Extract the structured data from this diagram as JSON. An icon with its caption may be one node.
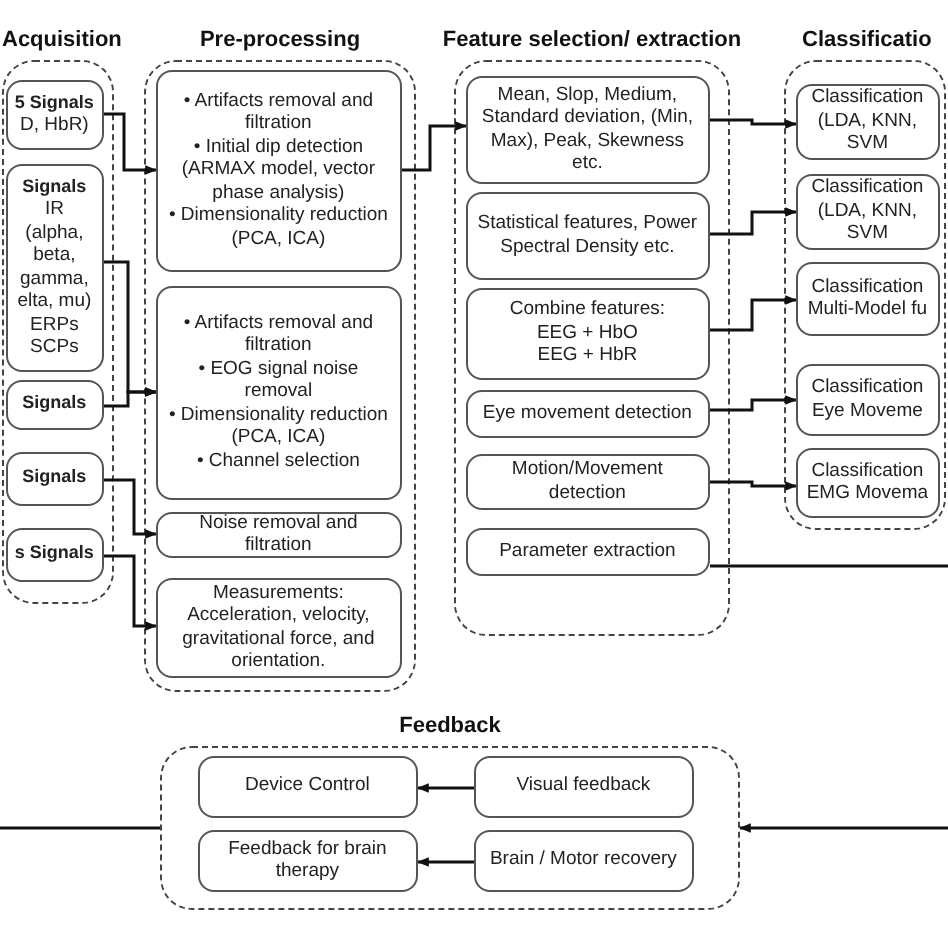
{
  "diagram": {
    "nodes": [
      {
        "text": [
          "Acquisition"
        ]
      },
      {
        "text": [
          "5 Signals",
          "D, HbR)"
        ],
        "in": 0
      },
      {
        "text": [
          "Signals",
          "IR (alpha, beta, gamma, elta, mu)",
          "ERPs",
          "SCPs"
        ],
        "in": 0
      },
      {
        "text": [
          "Signals"
        ],
        "in": 0
      },
      {
        "text": [
          "Signals"
        ],
        "in": 0
      },
      {
        "text": [
          "s Signals"
        ],
        "in": 0
      },
      {
        "text": [
          "Pre-processing"
        ]
      },
      {
        "text": [
          "• Artifacts removal and filtration",
          "• Initial dip detection (ARMAX model, vector phase analysis)",
          "• Dimensionality reduction (PCA, ICA)"
        ],
        "in": 6
      },
      {
        "text": [
          "• Artifacts removal and filtration",
          "• EOG signal noise removal",
          "• Dimensionality reduction (PCA, ICA)",
          "• Channel selection"
        ],
        "in": 6
      },
      {
        "text": [
          "Noise removal and filtration"
        ],
        "in": 6
      },
      {
        "text": [
          "Measurements:",
          "Acceleration, velocity, gravitational force, and orientation."
        ],
        "in": 6
      },
      {
        "text": [
          "Feature selection/ extraction"
        ]
      },
      {
        "text": [
          "Mean, Slop, Medium, Standard deviation, (Min, Max), Peak, Skewness etc."
        ],
        "in": 11
      },
      {
        "text": [
          "Statistical features, Power Spectral Density etc."
        ],
        "in": 11
      },
      {
        "text": [
          "Combine features:",
          "EEG + HbO",
          "EEG + HbR"
        ],
        "in": 11
      },
      {
        "text": [
          "Eye movement detection"
        ],
        "in": 11
      },
      {
        "text": [
          "Motion/Movement detection"
        ],
        "in": 11
      },
      {
        "text": [
          "Parameter extraction"
        ],
        "in": 11
      },
      {
        "text": [
          "Classificatio"
        ]
      },
      {
        "text": [
          "Classification",
          "(LDA, KNN, SVM"
        ],
        "in": 18
      },
      {
        "text": [
          "Classification",
          "(LDA, KNN, SVM"
        ],
        "in": 18
      },
      {
        "text": [
          "Classification",
          "Multi-Model fu"
        ],
        "in": 18
      },
      {
        "text": [
          "Classification",
          "Eye Moveme"
        ],
        "in": 18
      },
      {
        "text": [
          "Classification",
          "EMG Movema"
        ],
        "in": 18
      },
      {
        "text": [
          "Feedback"
        ]
      },
      {
        "text": [
          "Device Control"
        ],
        "in": 24
      },
      {
        "text": [
          "Visual feedback"
        ],
        "in": 24
      },
      {
        "text": [
          "Feedback for brain therapy"
        ],
        "in": 24
      },
      {
        "text": [
          "Brain / Motor recovery"
        ],
        "in": 24
      }
    ],
    "edges": [
      {
        "from": 1,
        "to": 7,
        "arrow": "to"
      },
      {
        "from": 2,
        "to": 8,
        "arrow": "to"
      },
      {
        "from": 3,
        "to": 8,
        "arrow": "to"
      },
      {
        "from": 4,
        "to": 9,
        "arrow": "to"
      },
      {
        "from": 5,
        "to": 10,
        "arrow": "to"
      },
      {
        "from": 7,
        "to": 12,
        "arrow": "to"
      },
      {
        "from": 12,
        "to": 19,
        "arrow": "to"
      },
      {
        "from": 13,
        "to": 20,
        "arrow": "to"
      },
      {
        "from": 14,
        "to": 21,
        "arrow": "to"
      },
      {
        "from": 15,
        "to": 22,
        "arrow": "to"
      },
      {
        "from": 16,
        "to": 23,
        "arrow": "to"
      },
      {
        "from": 17,
        "to": null,
        "arrow": "none"
      },
      {
        "from": 26,
        "to": 25,
        "arrow": "to"
      },
      {
        "from": 28,
        "to": 27,
        "arrow": "to"
      },
      {
        "from": 24,
        "to": null,
        "arrow": "none"
      },
      {
        "from": null,
        "to": 24,
        "arrow": "to"
      }
    ]
  }
}
